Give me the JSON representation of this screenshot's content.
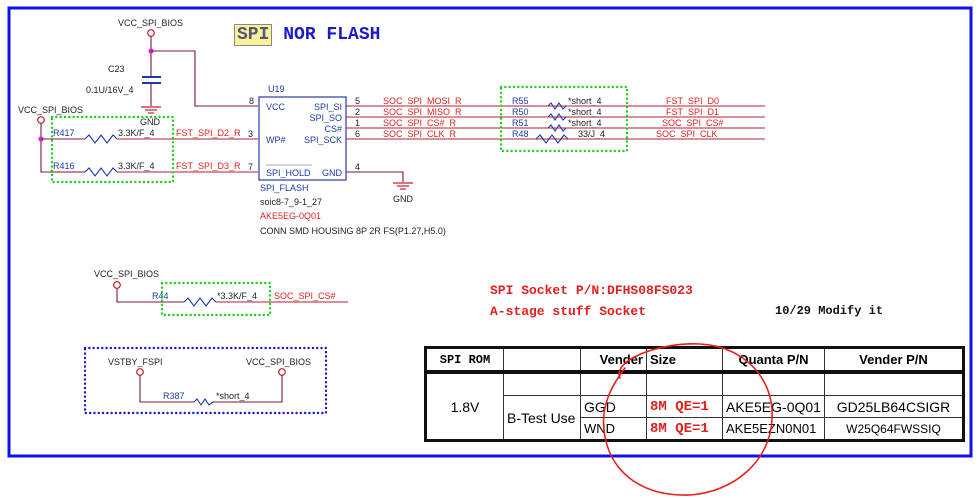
{
  "title": {
    "tag": "SPI",
    "text": "NOR FLASH"
  },
  "colors": {
    "frame": "#1010ee",
    "net_label": "#e0201c",
    "pin_label": "#1a3aa8",
    "green_box": "#22cc22",
    "title_tag_bg": "#f8f29a",
    "annotation_circle": "#e8201c"
  },
  "power": {
    "vcc_top": "VCC_SPI_BIOS",
    "vcc_left": "VCC_SPI_BIOS",
    "vcc_r44": "VCC_SPI_BIOS",
    "vstby": "VSTBY_FSPI",
    "vcc_r387": "VCC_SPI_BIOS",
    "gnd_cap": "GND",
    "gnd_chip": "GND"
  },
  "capacitor": {
    "ref": "C23",
    "value": "0.1U/16V_4"
  },
  "chip": {
    "ref": "U19",
    "name": "SPI_FLASH",
    "footprint": "soic8-7_9-1_27",
    "part_no": "AKE5EG-0Q01",
    "description": "CONN SMD HOUSING 8P 2R FS(P1.27,H5.0)",
    "left_pins": [
      {
        "num": "8",
        "name": "VCC"
      },
      {
        "num": "3",
        "name": "WP#"
      },
      {
        "num": "7",
        "name": "SPI_HOLD"
      }
    ],
    "right_pins": [
      {
        "num": "5",
        "name": "SPI_SI",
        "net": "SOC_SPI_MOSI_R"
      },
      {
        "num": "2",
        "name": "SPI_SO",
        "net": "SOC_SPI_MISO_R"
      },
      {
        "num": "1",
        "name": "CS#",
        "net": "SOC_SPI_CS#_R"
      },
      {
        "num": "6",
        "name": "SPI_SCK",
        "net": "SOC_SPI_CLK_R"
      },
      {
        "num": "4",
        "name": "GND"
      }
    ]
  },
  "pullups": [
    {
      "ref": "R417",
      "value": "3.3K/F_4",
      "net": "FST_SPI_D2_R"
    },
    {
      "ref": "R416",
      "value": "3.3K/F_4",
      "net": "FST_SPI_D3_R"
    }
  ],
  "series_resistors": [
    {
      "ref": "R55",
      "value": "*short_4",
      "net": "FST_SPI_D0"
    },
    {
      "ref": "R50",
      "value": "*short_4",
      "net": "FST_SPI_D1"
    },
    {
      "ref": "R51",
      "value": "*short_4",
      "net": "SOC_SPI_CS#"
    },
    {
      "ref": "R48",
      "value": "33/J_4",
      "net": "SOC_SPI_CLK"
    }
  ],
  "r44": {
    "ref": "R44",
    "value": "*3.3K/F_4",
    "net": "SOC_SPI_CS#"
  },
  "r387": {
    "ref": "R387",
    "value": "*short_4"
  },
  "notes": {
    "socket_pn": "SPI Socket P/N:DFHS08FS023",
    "a_stage": "A-stage stuff Socket",
    "modify": "10/29 Modify it"
  },
  "rom_table": {
    "headers": [
      "SPI ROM",
      "",
      "Vender",
      "Size",
      "Quanta P/N",
      "Vender P/N"
    ],
    "voltage": "1.8V",
    "usage": "B-Test Use",
    "rows": [
      {
        "vender": "GGD",
        "size": "8M QE=1",
        "quanta_pn": "AKE5EG-0Q01",
        "vender_pn": "GD25LB64CSIGR"
      },
      {
        "vender": "WND",
        "size": "8M QE=1",
        "quanta_pn": "AKE5EZN0N01",
        "vender_pn": "W25Q64FWSSIQ"
      }
    ]
  }
}
